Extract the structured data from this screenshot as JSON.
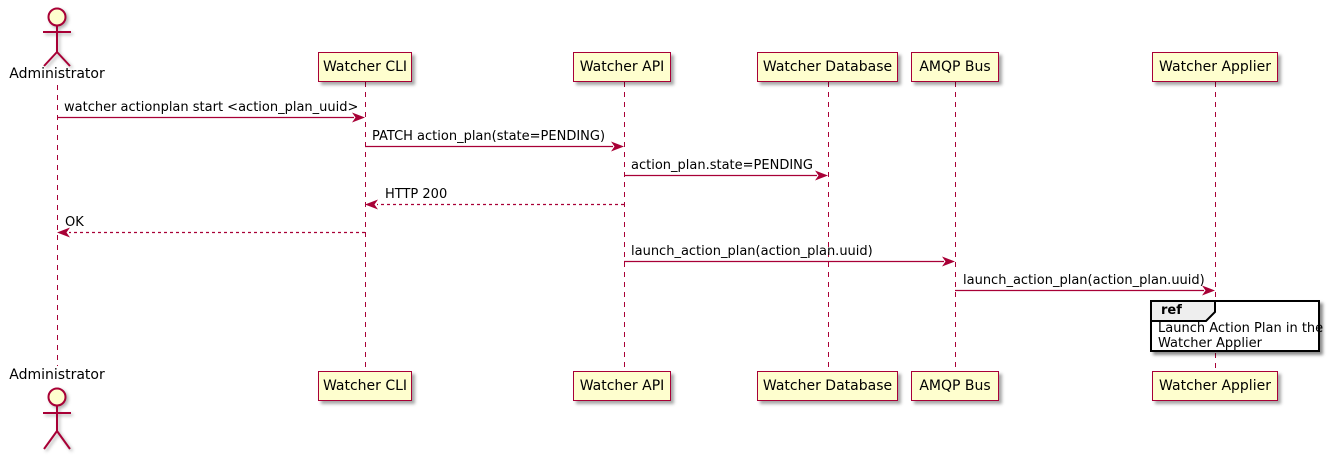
{
  "diagram": {
    "type": "sequence",
    "actor": {
      "label": "Administrator"
    },
    "participants": [
      {
        "label": "Watcher CLI"
      },
      {
        "label": "Watcher API"
      },
      {
        "label": "Watcher Database"
      },
      {
        "label": "AMQP Bus"
      },
      {
        "label": "Watcher Applier"
      }
    ],
    "messages": [
      {
        "label": "watcher actionplan start <action_plan_uuid>",
        "from": "Administrator",
        "to": "Watcher CLI",
        "style": "solid"
      },
      {
        "label": "PATCH action_plan(state=PENDING)",
        "from": "Watcher CLI",
        "to": "Watcher API",
        "style": "solid"
      },
      {
        "label": "action_plan.state=PENDING",
        "from": "Watcher API",
        "to": "Watcher Database",
        "style": "solid"
      },
      {
        "label": "HTTP 200",
        "from": "Watcher API",
        "to": "Watcher CLI",
        "style": "dashed"
      },
      {
        "label": "OK",
        "from": "Watcher CLI",
        "to": "Administrator",
        "style": "dashed"
      },
      {
        "label": "launch_action_plan(action_plan.uuid)",
        "from": "Watcher API",
        "to": "AMQP Bus",
        "style": "solid"
      },
      {
        "label": "launch_action_plan(action_plan.uuid)",
        "from": "AMQP Bus",
        "to": "Watcher Applier",
        "style": "solid"
      }
    ],
    "ref": {
      "keyword": "ref",
      "line1": "Launch Action Plan in the",
      "line2": "Watcher Applier"
    },
    "colors": {
      "participant_fill": "#FEFECE",
      "line": "#A80036",
      "text": "#000000",
      "ref_header_fill": "#EEEEEE",
      "ref_border": "#000000",
      "background": "#FFFFFF"
    }
  }
}
